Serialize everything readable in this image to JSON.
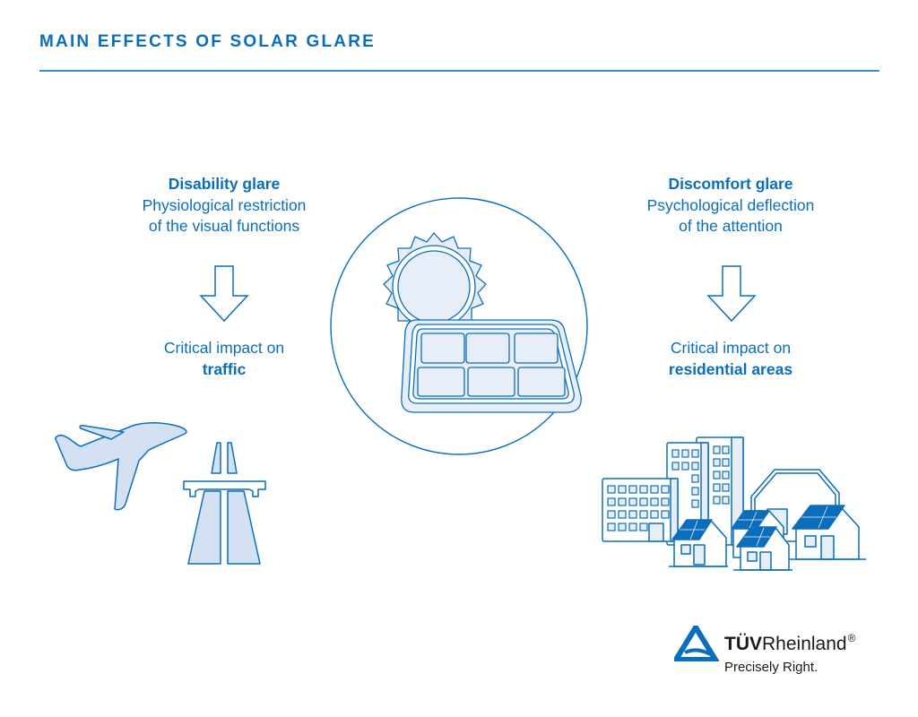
{
  "header": {
    "title": "MAIN EFFECTS OF SOLAR GLARE"
  },
  "left": {
    "heading": "Disability glare",
    "line1": "Physiological restriction",
    "line2": "of the visual functions",
    "impact_prefix": "Critical impact on",
    "impact_target": "traffic",
    "icons": [
      "airplane-icon",
      "highway-icon"
    ]
  },
  "center": {
    "icon": "sun-and-solar-panel-icon"
  },
  "right": {
    "heading": "Discomfort glare",
    "line1": "Psychological deflection",
    "line2": "of the attention",
    "impact_prefix": "Critical impact on",
    "impact_target": "residential areas",
    "icons": [
      "residential-buildings-icon"
    ]
  },
  "brand": {
    "name_bold": "TÜV",
    "name_regular": "Rheinland",
    "registered": "®",
    "tagline": "Precisely Right."
  },
  "colors": {
    "primary": "#0a6ebd",
    "line": "#3a8fd4",
    "fill_light": "#e8eef8",
    "fill_mid": "#d3e1f3",
    "panel_dark": "#0a6ebd",
    "text_dark": "#1a1a1a"
  }
}
